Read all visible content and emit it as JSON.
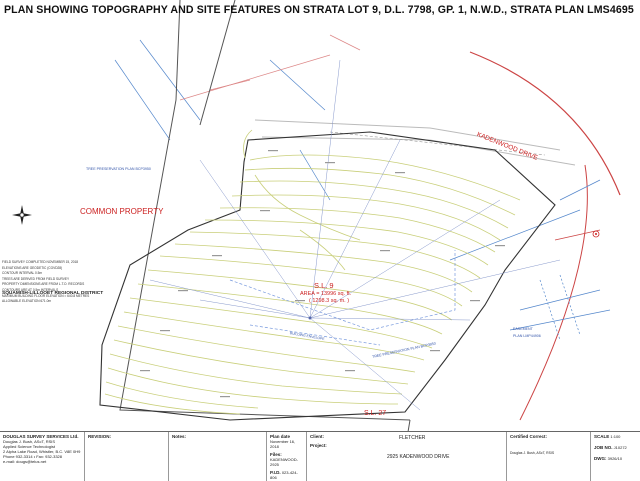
{
  "title": "PLAN SHOWING TOPOGRAPHY AND SITE FEATURES ON STRATA LOT 9, D.L. 7798, GP. 1,  N.W.D., STRATA PLAN LMS4695",
  "labels": {
    "common_property": "COMMON  PROPERTY",
    "lot_name": "S.L. 9",
    "area_sqft": "AREA = 13996 sq. ft.",
    "area_sqm": "( 1298.3 sq. m. )",
    "adjacent_lot": "S.L. 27",
    "road_name": "KADENWOOD DRIVE",
    "tree_plan_1": "TREE PRESERVATION PLAN BCP3950",
    "tree_plan_2": "TREE PRESERVATION PLAN BCP3950",
    "building_envelope": "BUILDING ENVELOPE",
    "easement_1": "EASEMENT",
    "easement_2": "PLAN LMP44906",
    "regional_district": "SQUAMISH-LILLOOET REGIONAL DISTRICT"
  },
  "notes": [
    "FIELD SURVEY COMPLETED NOVEMBER 15, 2018",
    "ELEVATIONS ARE GEODETIC (CGVD28)",
    "CONTOUR INTERVAL 0.5m",
    "TREES ARE DERIVED FROM FIELD SURVEY",
    "PROPERTY DIMENSIONS ARE FROM L.T.O. RECORDS",
    "CONTOURS ARE AT 0.5m INTERVALS",
    "MAXIMUM BUILDING FLOOR ELEVATION = 640.8 METRES",
    "ALLOWABLE ELEVATION 671.0m"
  ],
  "titleblock": {
    "company": "DOUGLAS SURVEY SERVICES Ltd.",
    "person": "Douglas J. Bush, AScT, RSIS",
    "role": "Applied Science Technologist",
    "address": "2 Alpha Lake Road, Whistler, B.C. V8E 0H9",
    "phone": "Phone 932-3314 • Fax: 932-3328",
    "email": "e-mail: dougs@telus.net",
    "revision_label": "REVISION:",
    "notes_label": "Notes:",
    "plan_date_label": "Plan date",
    "plan_date": "November 16, 2018",
    "files_label": "Files:",
    "file_code": "KADENWOOD-2925",
    "pid_label": "P.I.D.",
    "pid": "023-424-806",
    "client_label": "Client:",
    "client": "FLETCHER",
    "project_label": "Project:",
    "project": "2925 KADENWOOD DRIVE",
    "certified_label": "Certified Correct:",
    "certified_name": "Douglas J. Bush, AScT, RSIS",
    "scale_label": "SCALE",
    "scale": "1:100",
    "job_label": "JOB NO.",
    "job": "J10272",
    "dwg_label": "DWG:",
    "dwg": "3926/10"
  },
  "colors": {
    "contour": "#c9cf7a",
    "boundary": "#444444",
    "easement": "#5588cc",
    "road": "#cc4444",
    "label_red": "#cc2222",
    "label_blue": "#3355aa"
  },
  "icons": [
    "north-arrow-icon",
    "survey-marker-icon"
  ]
}
